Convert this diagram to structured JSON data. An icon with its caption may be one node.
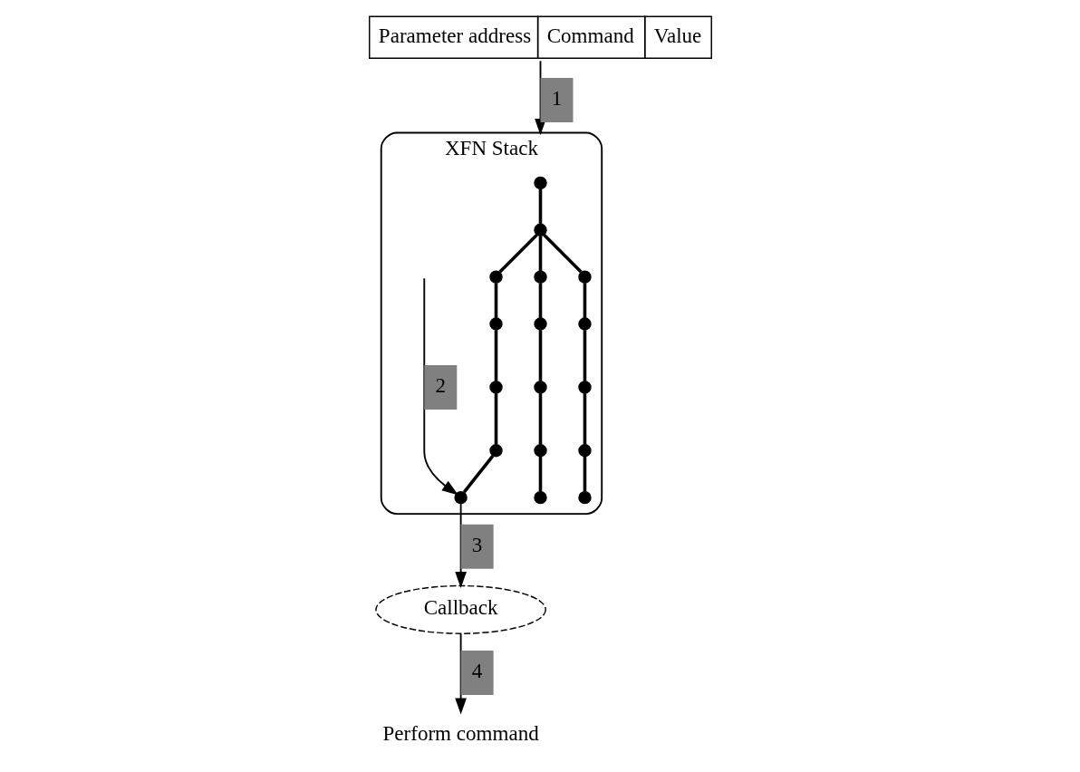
{
  "diagram": {
    "nodes": [
      {
        "text": [
          "Parameter address",
          "Command",
          "Value"
        ]
      },
      {
        "text": [
          "XFN Stack"
        ]
      },
      {
        "text": [],
        "shape": "circle",
        "in": 1
      },
      {
        "text": [],
        "shape": "circle",
        "in": 1
      },
      {
        "text": [],
        "shape": "circle",
        "in": 1
      },
      {
        "text": [],
        "shape": "circle",
        "in": 1
      },
      {
        "text": [],
        "shape": "circle",
        "in": 1
      },
      {
        "text": [],
        "shape": "circle",
        "in": 1
      },
      {
        "text": [],
        "shape": "circle",
        "in": 1
      },
      {
        "text": [],
        "shape": "circle",
        "in": 1
      },
      {
        "text": [],
        "shape": "circle",
        "in": 1
      },
      {
        "text": [],
        "shape": "circle",
        "in": 1
      },
      {
        "text": [],
        "shape": "circle",
        "in": 1
      },
      {
        "text": [],
        "shape": "circle",
        "in": 1
      },
      {
        "text": [],
        "shape": "circle",
        "in": 1
      },
      {
        "text": [],
        "shape": "circle",
        "in": 1
      },
      {
        "text": [],
        "shape": "circle",
        "in": 1
      },
      {
        "text": [],
        "shape": "circle",
        "in": 1
      },
      {
        "text": [],
        "shape": "circle",
        "in": 1
      },
      {
        "text": [
          "Callback"
        ]
      },
      {
        "text": [
          "Perform command"
        ]
      }
    ],
    "edges": [
      {
        "from": 0,
        "to": 1,
        "arrow": "to",
        "label": "1"
      },
      {
        "from": null,
        "to": 16,
        "arrow": "to",
        "label": "2"
      },
      {
        "from": 16,
        "to": 19,
        "arrow": "to",
        "label": "3"
      },
      {
        "from": 19,
        "to": 20,
        "arrow": "to",
        "label": "4"
      },
      {
        "from": 2,
        "to": 3,
        "arrow": "none"
      },
      {
        "from": 3,
        "to": 4,
        "arrow": "none"
      },
      {
        "from": 3,
        "to": 5,
        "arrow": "none"
      },
      {
        "from": 3,
        "to": 6,
        "arrow": "none"
      },
      {
        "from": 4,
        "to": 7,
        "arrow": "none"
      },
      {
        "from": 7,
        "to": 10,
        "arrow": "none"
      },
      {
        "from": 10,
        "to": 13,
        "arrow": "none"
      },
      {
        "from": 13,
        "to": 16,
        "arrow": "none"
      },
      {
        "from": 5,
        "to": 8,
        "arrow": "none"
      },
      {
        "from": 8,
        "to": 11,
        "arrow": "none"
      },
      {
        "from": 11,
        "to": 14,
        "arrow": "none"
      },
      {
        "from": 14,
        "to": 17,
        "arrow": "none"
      },
      {
        "from": 6,
        "to": 9,
        "arrow": "none"
      },
      {
        "from": 9,
        "to": 12,
        "arrow": "none"
      },
      {
        "from": 12,
        "to": 15,
        "arrow": "none"
      },
      {
        "from": 15,
        "to": 18,
        "arrow": "none"
      }
    ]
  }
}
